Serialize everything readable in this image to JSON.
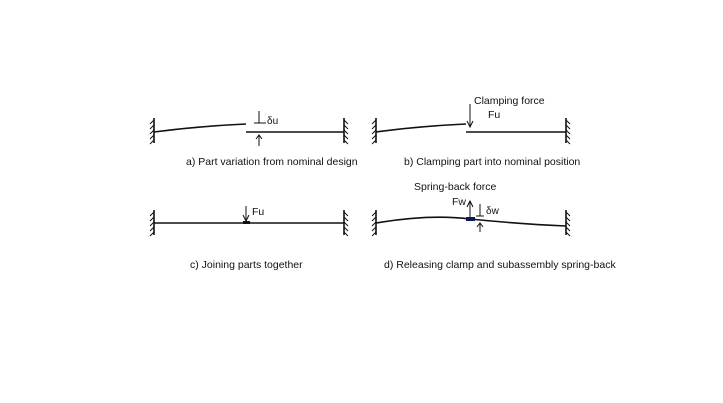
{
  "panels": {
    "a": {
      "caption": "a) Part variation from nominal design",
      "label_du": "δu"
    },
    "b": {
      "caption": "b) Clamping part into nominal position",
      "label_force_title": "Clamping force",
      "label_fu": "Fu"
    },
    "c": {
      "caption": "c) Joining parts together",
      "label_fu": "Fu"
    },
    "d": {
      "caption": "d) Releasing clamp and subassembly spring-back",
      "label_force_title": "Spring-back force",
      "label_fw": "Fw",
      "label_dw": "δw"
    }
  }
}
